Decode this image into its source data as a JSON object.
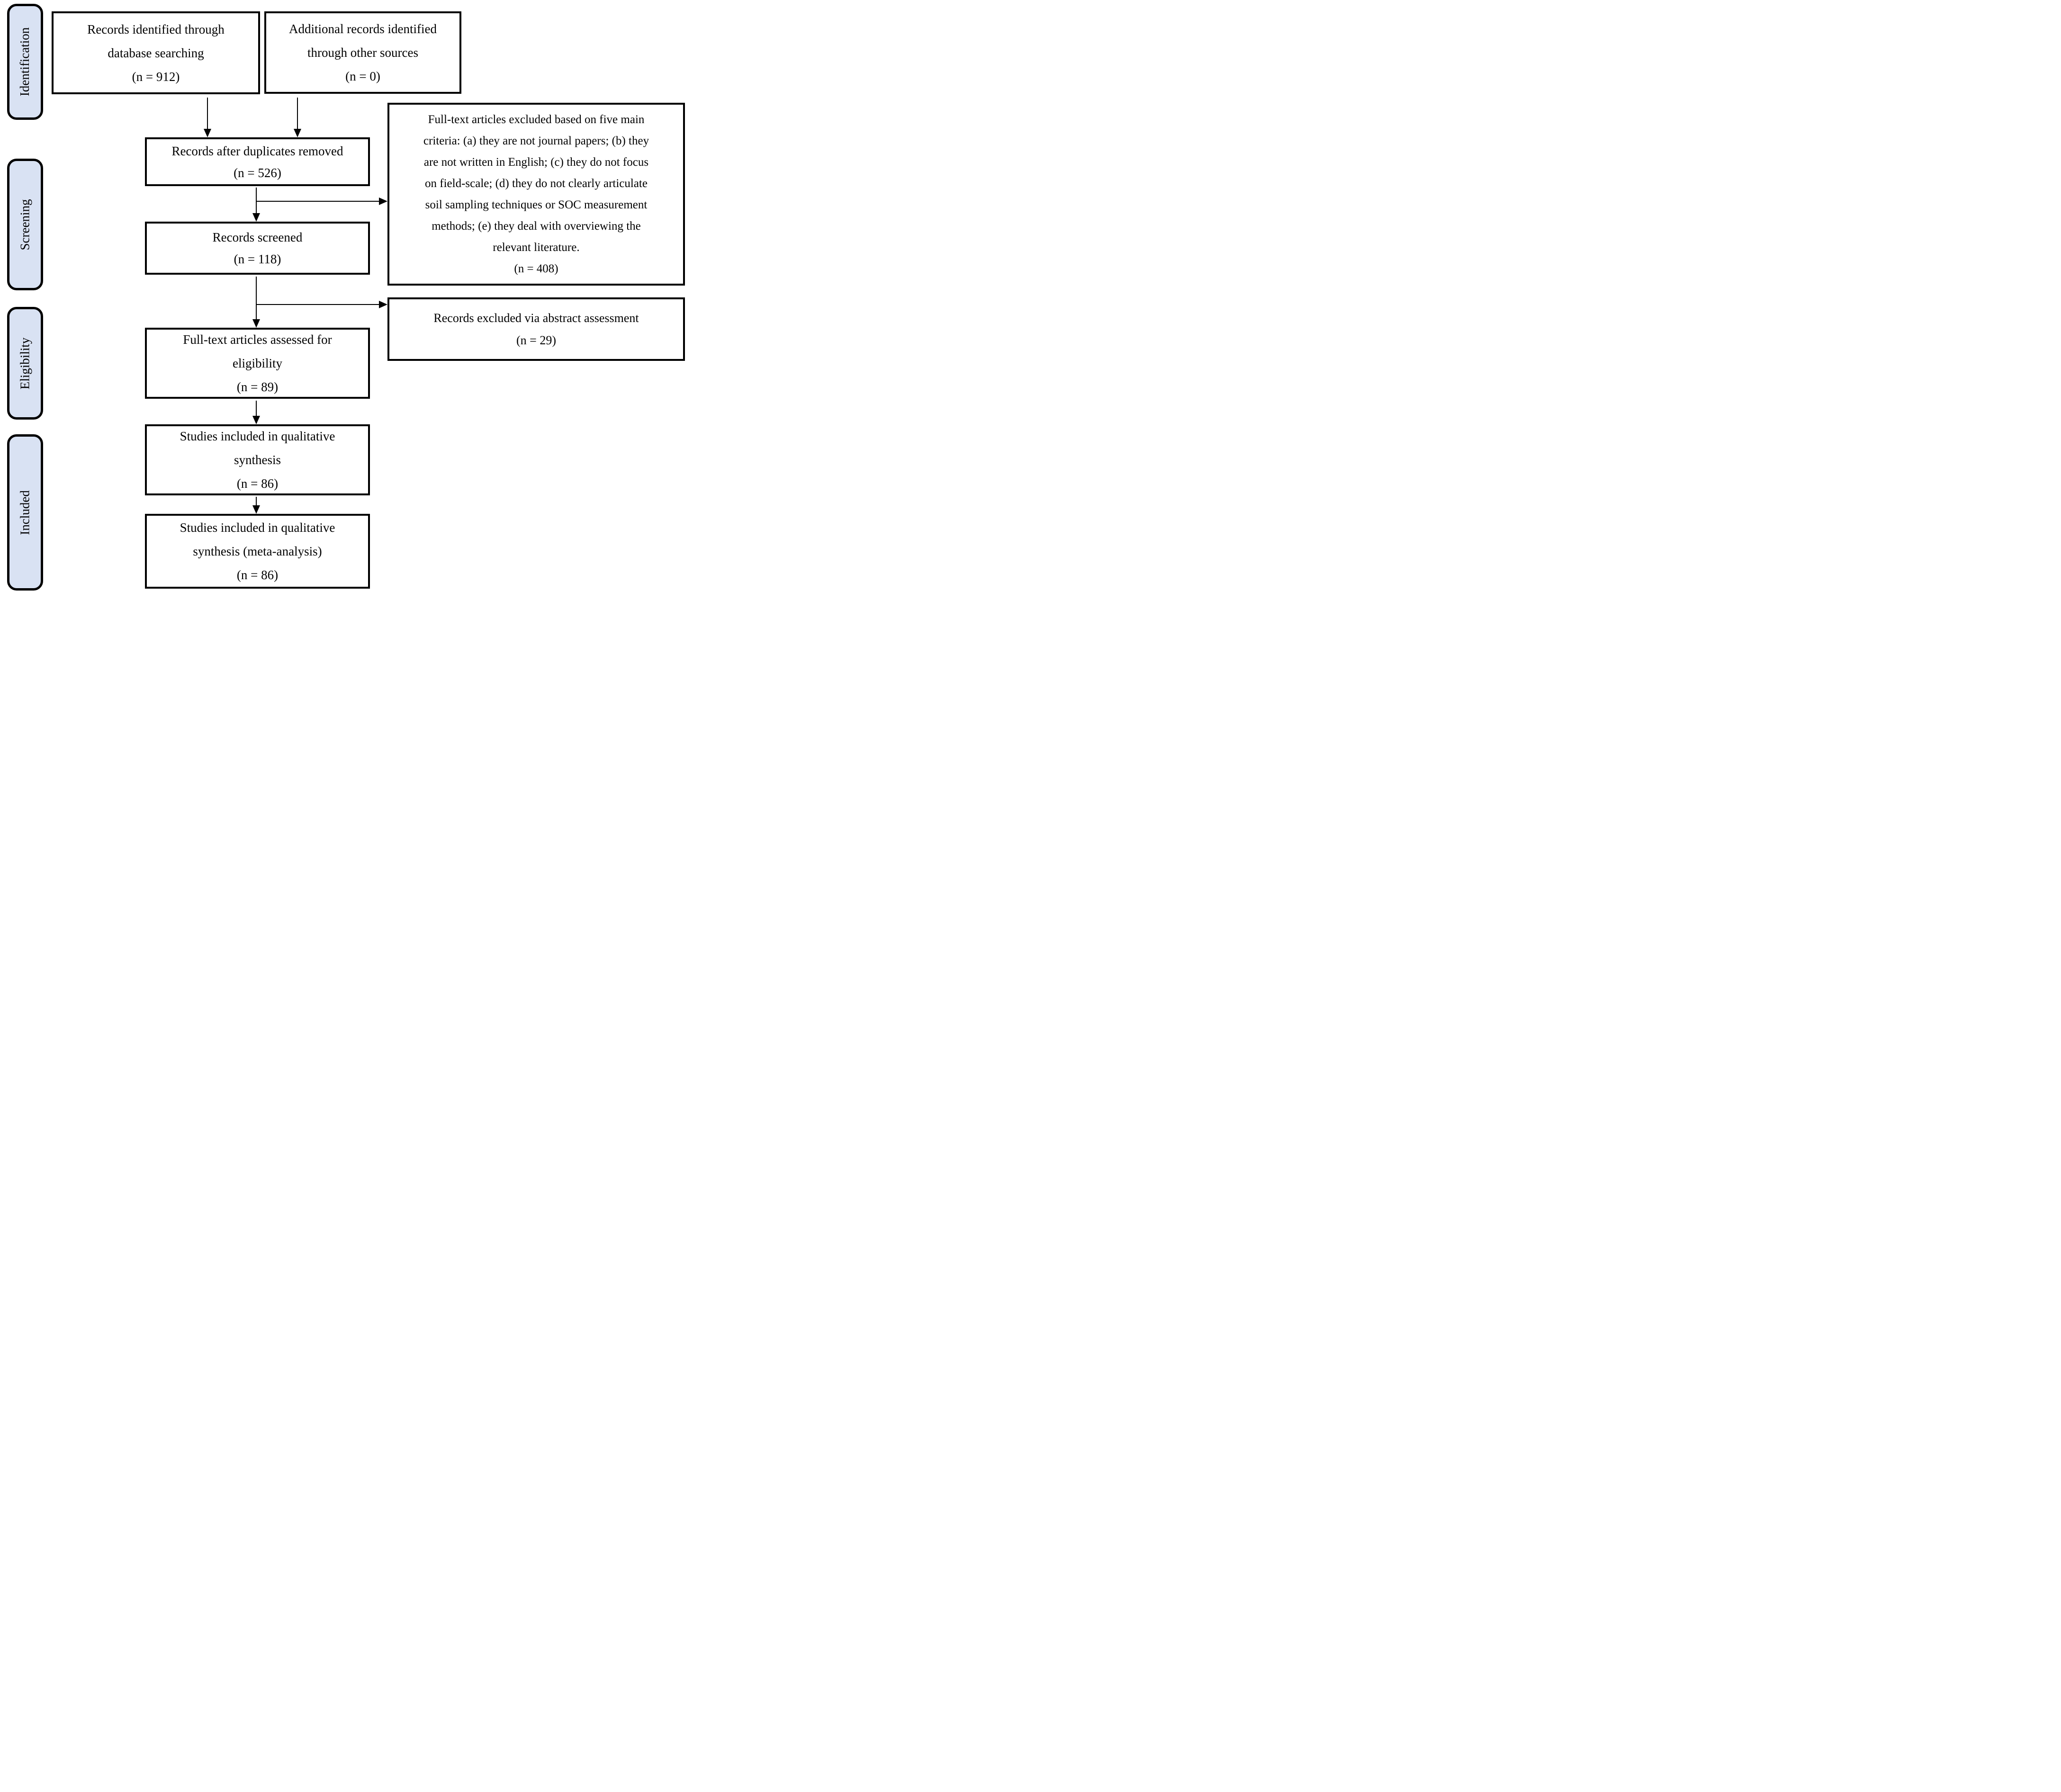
{
  "sidebar": {
    "fill_color": "#d9e2f3",
    "border_color": "#000000",
    "items": [
      {
        "id": "identification",
        "label": "Identification"
      },
      {
        "id": "screening",
        "label": "Screening"
      },
      {
        "id": "eligibility",
        "label": "Eligibility"
      },
      {
        "id": "included",
        "label": "Included"
      }
    ]
  },
  "boxes": {
    "identified": {
      "lines": [
        "Records identified through",
        "database searching",
        "(n = 912)"
      ],
      "n": 912
    },
    "additional": {
      "lines": [
        "Additional records identified",
        "through other sources",
        "(n = 0)"
      ],
      "n": 0
    },
    "deduplicated": {
      "lines": [
        "Records after duplicates removed",
        "(n = 526)"
      ],
      "n": 526
    },
    "screened": {
      "lines": [
        "Records screened",
        "(n = 118)"
      ],
      "n": 118
    },
    "fulltext_excluded": {
      "lines": [
        "Full-text articles excluded based on five main",
        "criteria: (a) they are not journal papers; (b) they",
        "are not written in English; (c) they do not focus",
        "on field-scale; (d) they do not clearly articulate",
        "soil sampling techniques or SOC measurement",
        "methods; (e) they deal with overviewing the",
        "relevant literature.",
        "(n = 408)"
      ],
      "n": 408
    },
    "abstract_excluded": {
      "lines": [
        "Records excluded via abstract assessment",
        "(n = 29)"
      ],
      "n": 29
    },
    "eligibility_assessed": {
      "lines": [
        "Full-text articles assessed for",
        "eligibility",
        "(n = 89)"
      ],
      "n": 89
    },
    "qualitative_synthesis": {
      "lines": [
        "Studies included in qualitative",
        "synthesis",
        "(n = 86)"
      ],
      "n": 86
    },
    "meta_analysis": {
      "lines": [
        "Studies included in qualitative",
        "synthesis (meta-analysis)",
        "(n = 86)"
      ],
      "n": 86
    }
  },
  "colors": {
    "box_background": "#ffffff",
    "box_border": "#000000",
    "text": "#000000",
    "arrow": "#000000"
  }
}
